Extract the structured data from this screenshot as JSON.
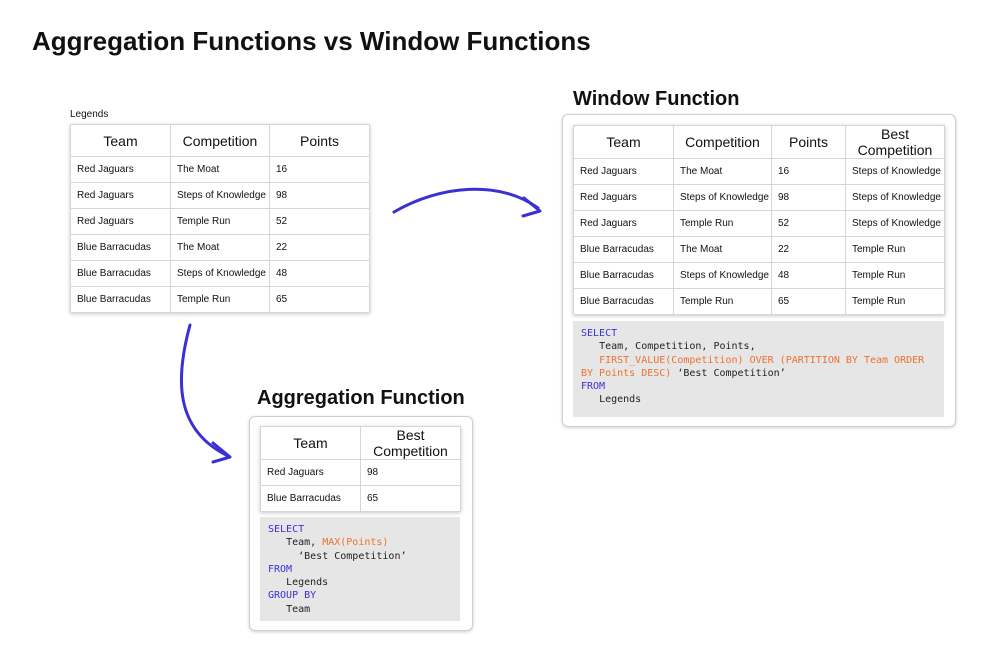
{
  "page_title": "Aggregation Functions vs Window Functions",
  "legends": {
    "label": "Legends",
    "columns": [
      "Team",
      "Competition",
      "Points"
    ],
    "rows": [
      [
        "Red Jaguars",
        "The Moat",
        "16"
      ],
      [
        "Red Jaguars",
        "Steps of Knowledge",
        "98"
      ],
      [
        "Red Jaguars",
        "Temple Run",
        "52"
      ],
      [
        "Blue Barracudas",
        "The Moat",
        "22"
      ],
      [
        "Blue Barracudas",
        "Steps of Knowledge",
        "48"
      ],
      [
        "Blue Barracudas",
        "Temple Run",
        "65"
      ]
    ]
  },
  "window": {
    "title": "Window Function",
    "columns": [
      "Team",
      "Competition",
      "Points",
      "Best Competition"
    ],
    "rows": [
      [
        "Red Jaguars",
        "The Moat",
        "16",
        "Steps of Knowledge"
      ],
      [
        "Red Jaguars",
        "Steps of Knowledge",
        "98",
        "Steps of Knowledge"
      ],
      [
        "Red Jaguars",
        "Temple Run",
        "52",
        "Steps of Knowledge"
      ],
      [
        "Blue Barracudas",
        "The Moat",
        "22",
        "Temple Run"
      ],
      [
        "Blue Barracudas",
        "Steps of Knowledge",
        "48",
        "Temple Run"
      ],
      [
        "Blue Barracudas",
        "Temple Run",
        "65",
        "Temple Run"
      ]
    ],
    "code": {
      "select": "SELECT",
      "line1": "   Team, Competition, Points,",
      "fn": "   FIRST_VALUE(Competition) OVER (PARTITION BY Team ORDER BY Points DESC)",
      "alias": " ‘Best Competition’",
      "from": "FROM",
      "table": "   Legends"
    }
  },
  "aggregation": {
    "title": "Aggregation Function",
    "columns": [
      "Team",
      "Best Competition"
    ],
    "rows": [
      [
        "Red Jaguars",
        "98"
      ],
      [
        "Blue Barracudas",
        "65"
      ]
    ],
    "code": {
      "select": "SELECT",
      "team": "   Team, ",
      "fn": "MAX(Points)",
      "alias": "     ‘Best Competition’",
      "from": "FROM",
      "table": "   Legends",
      "group": "GROUP BY",
      "group_col": "   Team"
    }
  },
  "colors": {
    "keyword": "#3b2fd6",
    "function": "#f07030",
    "arrow": "#3b2fd6",
    "code_background": "#e6e6e6"
  }
}
